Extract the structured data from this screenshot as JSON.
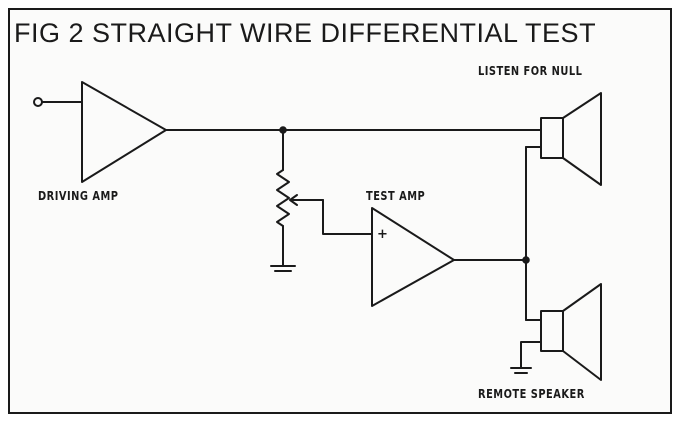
{
  "figure": {
    "title": "FIG 2 STRAIGHT WIRE DIFFERENTIAL TEST"
  },
  "labels": {
    "driving_amp": "DRIVING AMP",
    "test_amp": "TEST AMP",
    "listen_for_null": "LISTEN FOR NULL",
    "remote_speaker": "REMOTE SPEAKER",
    "plus_input": "+"
  }
}
